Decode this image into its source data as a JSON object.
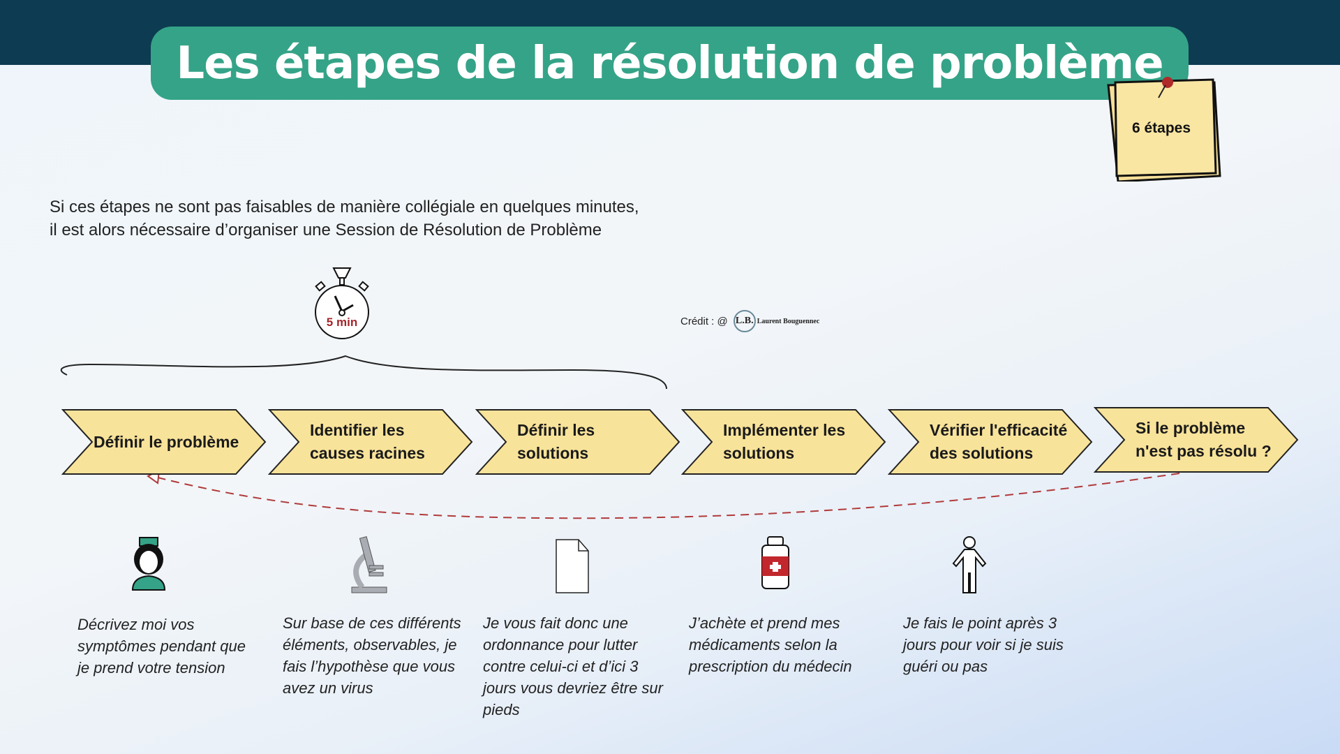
{
  "title": "Les étapes de la résolution de problème",
  "sticky_note": "6 étapes",
  "intro": {
    "line1": "Si ces étapes ne sont pas faisables de manière collégiale en quelques minutes,",
    "line2": "il est alors nécessaire d’organiser une Session de Résolution de Problème"
  },
  "timer_label": "5 min",
  "credit": {
    "label": "Crédit : @",
    "logo_initials": "L.B.",
    "logo_name": "Laurent Bouguennec"
  },
  "steps": [
    {
      "label": "Définir le problème",
      "icon": "nurse-icon",
      "description": "Décrivez moi vos symptômes pendant que je prend votre tension"
    },
    {
      "label": "Identifier les causes racines",
      "icon": "microscope-icon",
      "description": "Sur base de ces différents éléments, observables, je fais l’hypothèse que vous avez un virus"
    },
    {
      "label": "Définir les solutions",
      "icon": "document-icon",
      "description": "Je vous fait donc une ordonnance pour lutter contre celui-ci et d’ici 3 jours vous devriez être sur pieds"
    },
    {
      "label": "Implémenter les solutions",
      "icon": "medicine-bottle-icon",
      "description": "J’achète et prend mes médicaments selon la prescription du médecin"
    },
    {
      "label": "Vérifier l'efficacité des solutions",
      "icon": "person-icon",
      "description": "Je fais le point après 3 jours pour voir si je suis guéri ou pas"
    },
    {
      "label": "Si le problème n'est pas résolu ?"
    }
  ],
  "colors": {
    "header": "#0d3b52",
    "banner": "#35a387",
    "chevron": "#f8e39a",
    "loop_arrow": "#b03a3a"
  }
}
